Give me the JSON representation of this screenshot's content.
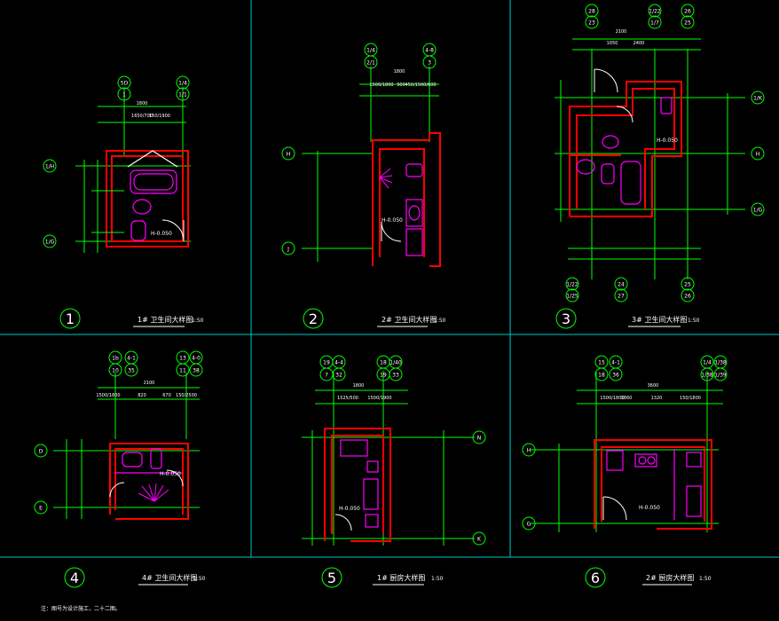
{
  "title_color": "#00ff00",
  "colors": {
    "frame": "#00c8c8",
    "wall": "#ff0000",
    "fixture": "#ff00ff",
    "dim": "#00ff00",
    "axis": "#00ff00",
    "text": "#ffffff",
    "yellow": "#ffff00"
  },
  "panels": [
    {
      "num": "1",
      "caption": "1# 卫生间大样图",
      "scale": "1:50",
      "axes_top": [
        [
          "5D",
          "1"
        ],
        [
          "1/4",
          "1/1"
        ]
      ],
      "axes_left": [
        "1/H",
        "1/G"
      ],
      "dims_top": [
        "1800",
        "1650/700",
        "150/1900"
      ],
      "level": "H-0.050"
    },
    {
      "num": "2",
      "caption": "2# 卫生间大样图",
      "scale": "1:50",
      "axes_top": [
        [
          "1/4",
          "2/1"
        ],
        [
          "4-8",
          "3"
        ]
      ],
      "axes_left": [
        "H",
        "J"
      ],
      "dims_top": [
        "1800",
        "1500/1800",
        "900",
        "450/1500/600"
      ],
      "level": "H-0.050"
    },
    {
      "num": "3",
      "caption": "3# 卫生间大样图",
      "scale": "1:50",
      "axes_top": [
        [
          "28",
          "23"
        ],
        [
          "1/22",
          "1/7"
        ],
        [
          "26",
          "25"
        ]
      ],
      "axes_left": [
        "1/K",
        "H",
        "1/G"
      ],
      "axes_bottom": [
        [
          "1/22",
          "1/25"
        ],
        [
          "24",
          "27"
        ],
        [
          "25",
          "26"
        ]
      ],
      "dims_top": [
        "2100",
        "1050",
        "2400"
      ],
      "level": "H-0.050"
    },
    {
      "num": "4",
      "caption": "4# 卫生间大样图",
      "scale": "1:50",
      "axes_top": [
        [
          "1b",
          "10"
        ],
        [
          "4-1",
          "35"
        ],
        [
          "13",
          "11"
        ],
        [
          "4-0",
          "38"
        ]
      ],
      "axes_left": [
        "D",
        "E"
      ],
      "dims_top": [
        "2100",
        "1500/1800",
        "820",
        "670",
        "150/2500"
      ],
      "level": "H-0.050"
    },
    {
      "num": "5",
      "caption": "1# 厨房大样图",
      "scale": "1:50",
      "axes_top": [
        [
          "19",
          "7"
        ],
        [
          "4-4",
          "32"
        ],
        [
          "18",
          "19"
        ],
        [
          "1/40",
          "33"
        ]
      ],
      "axes_left": [
        "N",
        "K"
      ],
      "dims_top": [
        "1800",
        "1525/500",
        "1500/1900"
      ],
      "level": "H-0.050"
    },
    {
      "num": "6",
      "caption": "2# 厨房大样图",
      "scale": "1:50",
      "axes_top": [
        [
          "15",
          "18"
        ],
        [
          "4-1",
          "36"
        ],
        [
          "1/4",
          "1/38"
        ],
        [
          "1/38",
          "1/39"
        ]
      ],
      "axes_left": [
        "H",
        "G"
      ],
      "dims_top": [
        "3600",
        "1500/1800",
        "1860",
        "1320",
        "150/1800"
      ],
      "level": "H-0.050"
    }
  ],
  "footer_note": "注：图号为设计施工，二十二图。"
}
